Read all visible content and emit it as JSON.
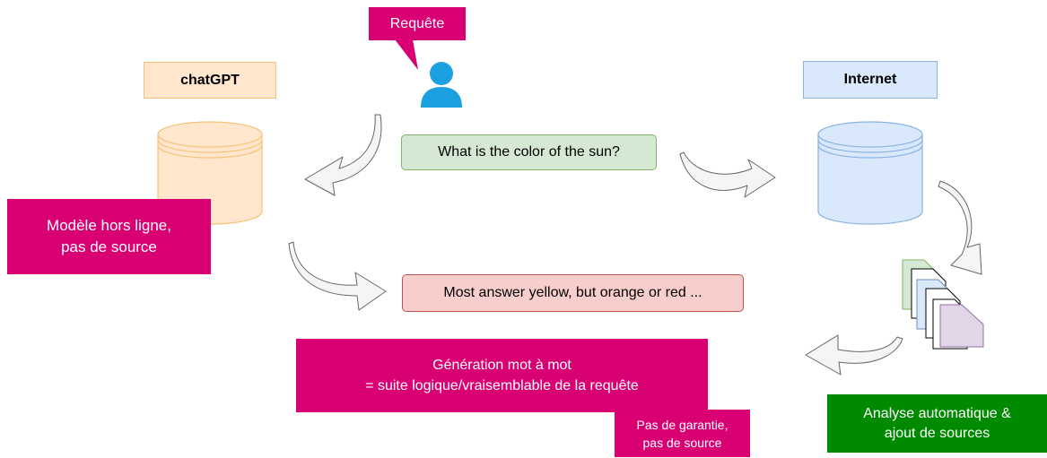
{
  "nodes": {
    "requete_callout": "Requête",
    "chatgpt_label": "chatGPT",
    "internet_label": "Internet",
    "question": "What is the color of the sun?",
    "answer": "Most answer yellow, but orange or red ...",
    "offline_note": [
      "Modèle hors ligne,",
      "pas de source"
    ],
    "generation_note": [
      "Génération mot à mot",
      "= suite logique/vraisemblable de la requête"
    ],
    "no_guarantee_note": [
      "Pas de garantie,",
      "pas de source"
    ],
    "analysis_note": [
      "Analyse automatique &",
      "ajout de sources"
    ]
  },
  "colors": {
    "magenta": "#d80073",
    "orange_fill": "#ffe6cc",
    "orange_stroke": "#f5c27a",
    "blue_fill": "#dae8fc",
    "blue_stroke": "#8ab2e3",
    "green_fill": "#d5e8d4",
    "green_stroke": "#82b366",
    "red_fill": "#f8cecc",
    "red_stroke": "#b85450",
    "dark_green": "#008a00",
    "user_icon": "#1ba1e2",
    "purple_fill": "#e1d5e7",
    "purple_stroke": "#9673a6"
  },
  "icons": [
    "user-icon",
    "chatgpt-database-icon",
    "internet-database-icon",
    "documents-icon"
  ]
}
